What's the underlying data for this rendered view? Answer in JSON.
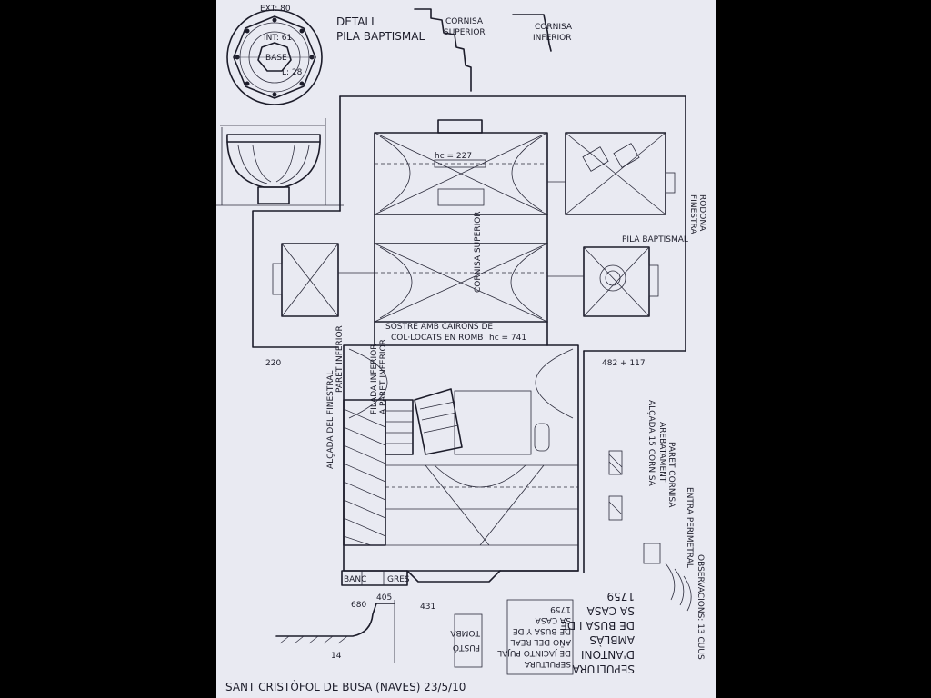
{
  "colors": {
    "background": "#000000",
    "paper": "#e9eaf2",
    "ink": "#1c1c2a"
  },
  "detail": {
    "title_line1": "DETALL",
    "title_line2": "PILA BAPTISMAL",
    "ext": "EXT: 80",
    "int": "INT: 61",
    "base": "BASE",
    "side": "L: 28"
  },
  "cornices": {
    "upper_line1": "CORNISA",
    "upper_line2": "SUPERIOR",
    "lower_line1": "CORNISA",
    "lower_line2": "INFERIOR"
  },
  "plan": {
    "pila_label": "PILA BAPTISMAL",
    "vault_note_line1": "SOSTRE AMB CAIRONS DE",
    "vault_note_line2": "COL·LOCATS EN ROMB",
    "vault_height": "hc = 741",
    "height_nave": "hc = 227",
    "dim_right": "482 + 117",
    "dim_left": "220",
    "dim_bottom_left": "680",
    "dim_bottom_b": "405",
    "dim_bottom_c": "431",
    "dim_bottom_d": "14",
    "cornice_marker": "CORNISA SUPERIOR",
    "sepultura_right": [
      "SEPULTURA",
      "D'ANTONI",
      "AMBLÀS",
      "DE BUSA I DE",
      "SA CASA",
      "1759"
    ],
    "sepultura_left": [
      "SEPULTURA",
      "DE JACINTO PUJAL",
      "AÑO DEL REAL",
      "DE BUSA Y DE",
      "SA CASA",
      "1759"
    ],
    "tomba": [
      "FUSTÓ",
      "TOMBA"
    ],
    "annot_right": [
      "ALÇADA 15 CORNISA",
      "AREBATAMENT",
      "PARET CORNISA"
    ],
    "annot_right_far": [
      "ENTRA PERIMETRAL",
      "OBSERVACIONS: 13 CUUS"
    ],
    "annot_right_top": [
      "FINESTRA",
      "RODONA"
    ],
    "annot_left": [
      "ALÇADA DEL FINESTRAL",
      "PARET INFERIOR"
    ],
    "annot_left2": [
      "FILADA INFERIOR",
      "A PARET INFERIOR"
    ],
    "rooms": [
      "BANC",
      "GRES"
    ]
  },
  "caption": "SANT CRISTÒFOL DE BUSA (NAVES) 23/5/10"
}
